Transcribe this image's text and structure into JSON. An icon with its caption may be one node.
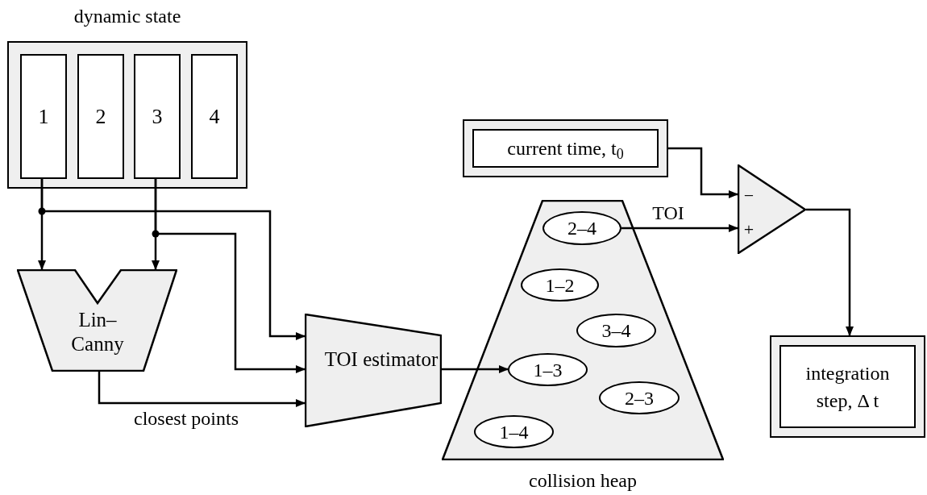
{
  "diagram": {
    "nodes": [
      {
        "text": [
          "dynamic state"
        ]
      },
      {
        "text": [
          "1"
        ],
        "in": 0
      },
      {
        "text": [
          "2"
        ],
        "in": 0
      },
      {
        "text": [
          "3"
        ],
        "in": 0
      },
      {
        "text": [
          "4"
        ],
        "in": 0
      },
      {
        "text": [
          "Lin– Canny"
        ]
      },
      {
        "text": [
          "TOI estimator"
        ]
      },
      {
        "text": [
          "collision heap"
        ]
      },
      {
        "text": [
          "2–4"
        ],
        "in": 7
      },
      {
        "text": [
          "1–2"
        ],
        "in": 7
      },
      {
        "text": [
          "3–4"
        ],
        "in": 7
      },
      {
        "text": [
          "1–3"
        ],
        "in": 7
      },
      {
        "text": [
          "2–3"
        ],
        "in": 7
      },
      {
        "text": [
          "1–4"
        ],
        "in": 7
      },
      {
        "text": [
          "current time, t$_{0}$"
        ]
      },
      {
        "text": [],
        "shape": "triangle"
      },
      {
        "text": [
          "integration step, Δ t"
        ]
      }
    ],
    "edges": [
      {
        "from": 1,
        "to": 5,
        "arrow": "to"
      },
      {
        "from": 1,
        "to": 6,
        "arrow": "to"
      },
      {
        "from": 3,
        "to": 5,
        "arrow": "to"
      },
      {
        "from": 3,
        "to": 6,
        "arrow": "to"
      },
      {
        "from": 5,
        "to": 6,
        "arrow": "to",
        "label": "closest points"
      },
      {
        "from": 6,
        "to": 11,
        "arrow": "to"
      },
      {
        "from": 8,
        "to": 15,
        "arrow": "to",
        "label": "TOI"
      },
      {
        "from": 14,
        "to": 15,
        "arrow": "to"
      },
      {
        "from": 15,
        "to": 16,
        "arrow": "to"
      }
    ],
    "labels": [
      "−",
      "+"
    ]
  }
}
